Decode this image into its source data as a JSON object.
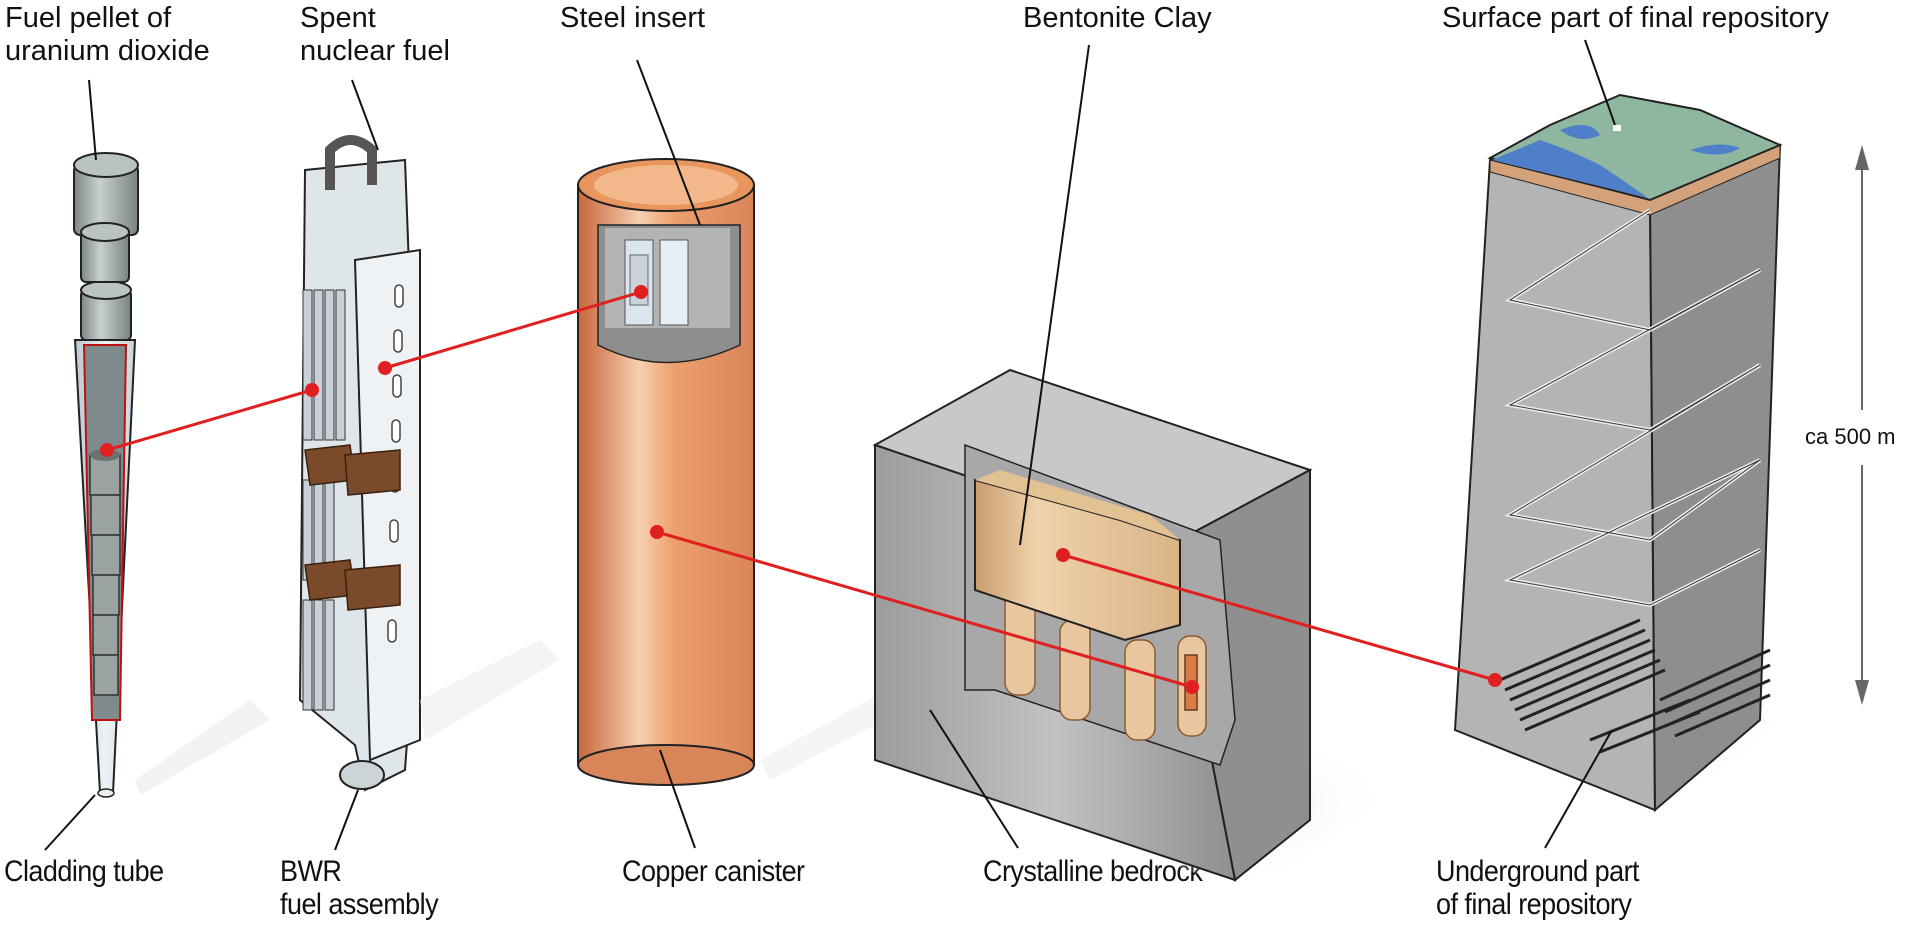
{
  "title": "Spent nuclear fuel final repository (KBS-3 method)",
  "labels": {
    "fuel_pellet": [
      "Fuel pellet of",
      "uranium dioxide"
    ],
    "spent_fuel": [
      "Spent",
      "nuclear fuel"
    ],
    "steel_insert": [
      "Steel insert"
    ],
    "bentonite_clay": [
      "Bentonite Clay"
    ],
    "surface_part": [
      "Surface part of final repository"
    ],
    "cladding_tube": [
      "Cladding tube"
    ],
    "bwr_assembly": [
      "BWR",
      "fuel assembly"
    ],
    "copper_canister": [
      "Copper canister"
    ],
    "crystalline_bedrock": [
      "Crystalline bedrock"
    ],
    "underground_part": [
      "Underground part",
      "of final repository"
    ]
  },
  "dimension": {
    "depth_label": "ca 500 m"
  },
  "colors": {
    "connector_red": "#e02020",
    "copper": "#e8955e",
    "copper_dark": "#c8663a",
    "bedrock": "#a9a9a9",
    "bentonite": "#e3be92",
    "steel": "#cfd3d6",
    "water": "#4f7fc8",
    "land": "#8fb7a0",
    "soil": "#d4a27a",
    "leader_black": "#111111",
    "arrow_gray": "#666666"
  }
}
